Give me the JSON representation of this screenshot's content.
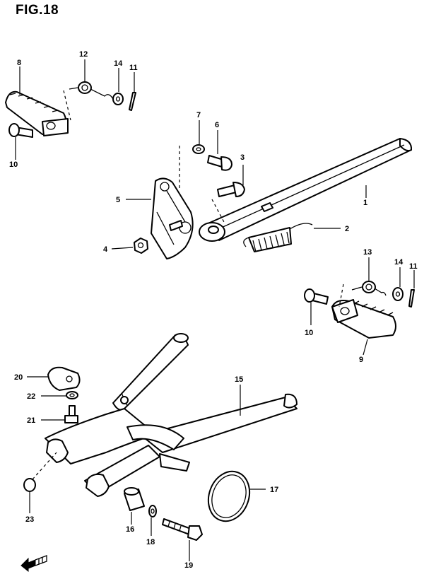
{
  "title": "FIG.18",
  "parts": {
    "p1": {
      "number": "1"
    },
    "p2": {
      "number": "2"
    },
    "p3": {
      "number": "3"
    },
    "p4": {
      "number": "4"
    },
    "p5": {
      "number": "5"
    },
    "p6": {
      "number": "6"
    },
    "p7": {
      "number": "7"
    },
    "p8": {
      "number": "8"
    },
    "p9": {
      "number": "9"
    },
    "p10a": {
      "number": "10"
    },
    "p10b": {
      "number": "10"
    },
    "p11a": {
      "number": "11"
    },
    "p11b": {
      "number": "11"
    },
    "p12": {
      "number": "12"
    },
    "p13": {
      "number": "13"
    },
    "p14a": {
      "number": "14"
    },
    "p14b": {
      "number": "14"
    },
    "p15": {
      "number": "15"
    },
    "p16": {
      "number": "16"
    },
    "p17": {
      "number": "17"
    },
    "p18": {
      "number": "18"
    },
    "p19": {
      "number": "19"
    },
    "p20": {
      "number": "20"
    },
    "p21": {
      "number": "21"
    },
    "p22": {
      "number": "22"
    },
    "p23": {
      "number": "23"
    }
  },
  "front_marker": {
    "icon": "front-arrow-icon"
  }
}
